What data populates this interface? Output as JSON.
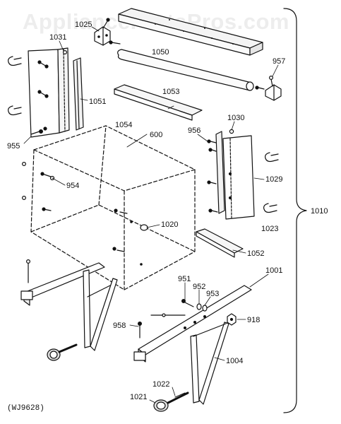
{
  "watermark": "AppliancePartsPros.com",
  "figure_ref": "(WJ9628)",
  "assembly_label": "1010",
  "parts": {
    "p1050": "1050",
    "p1053": "1053",
    "p1054": "1054",
    "p1031": "1031",
    "p1051": "1051",
    "p955": "955",
    "p600": "600",
    "p954": "954",
    "p1020": "1020",
    "p957": "957",
    "p1030": "1030",
    "p956": "956",
    "p1029": "1029",
    "p1023": "1023",
    "p1052": "1052",
    "p1001": "1001",
    "p951": "951",
    "p952": "952",
    "p953": "953",
    "p918": "918",
    "p958": "958",
    "p1004": "1004",
    "p1022": "1022",
    "p1021": "1021",
    "p1025": "1025"
  }
}
